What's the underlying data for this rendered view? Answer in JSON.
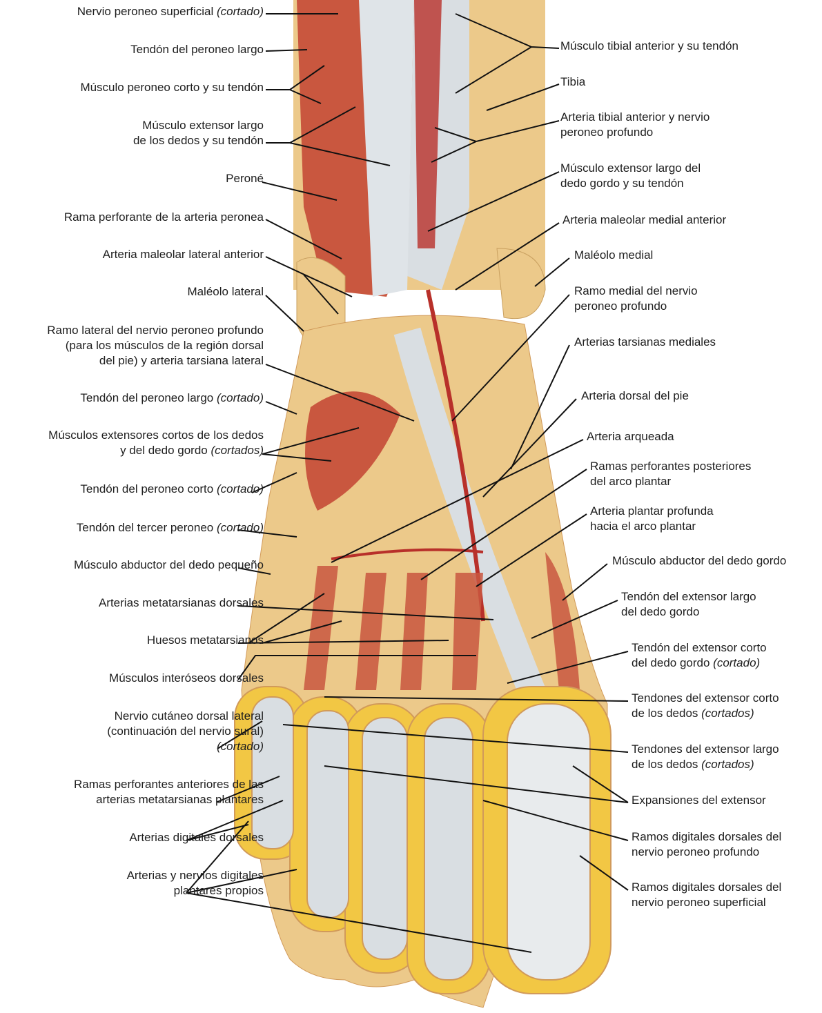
{
  "colors": {
    "muscle": "#c9573f",
    "bone": "#ecc98a",
    "tendon": "#d9dee2",
    "fat": "#f2c744",
    "artery": "#b8302a",
    "skin": "#f3b98a"
  },
  "left_labels": [
    {
      "lines": [
        {
          "t": "Nervio peroneo superficial ",
          "i": "(cortado)"
        }
      ]
    },
    {
      "lines": [
        {
          "t": "Tendón del peroneo largo"
        }
      ]
    },
    {
      "lines": [
        {
          "t": "Músculo peroneo corto y su tendón"
        }
      ]
    },
    {
      "lines": [
        {
          "t": "Músculo extensor largo"
        },
        {
          "t": "de los dedos y su tendón"
        }
      ]
    },
    {
      "lines": [
        {
          "t": "Peroné"
        }
      ]
    },
    {
      "lines": [
        {
          "t": "Rama perforante de la arteria peronea"
        }
      ]
    },
    {
      "lines": [
        {
          "t": "Arteria maleolar lateral anterior"
        }
      ]
    },
    {
      "lines": [
        {
          "t": "Maléolo lateral"
        }
      ]
    },
    {
      "lines": [
        {
          "t": "Ramo lateral del nervio peroneo profundo"
        },
        {
          "t": "(para los músculos de la región dorsal"
        },
        {
          "t": "del pie) y arteria tarsiana lateral"
        }
      ]
    },
    {
      "lines": [
        {
          "t": "Tendón del peroneo largo ",
          "i": "(cortado)"
        }
      ]
    },
    {
      "lines": [
        {
          "t": "Músculos extensores cortos de los dedos"
        },
        {
          "t": "y del dedo gordo ",
          "i": "(cortados)"
        }
      ]
    },
    {
      "lines": [
        {
          "t": "Tendón del peroneo corto ",
          "i": "(cortado)"
        }
      ]
    },
    {
      "lines": [
        {
          "t": "Tendón del tercer peroneo ",
          "i": "(cortado)"
        }
      ]
    },
    {
      "lines": [
        {
          "t": "Músculo abductor del dedo pequeño"
        }
      ]
    },
    {
      "lines": [
        {
          "t": "Arterias metatarsianas dorsales"
        }
      ]
    },
    {
      "lines": [
        {
          "t": "Huesos metatarsianos"
        }
      ]
    },
    {
      "lines": [
        {
          "t": "Músculos interóseos dorsales"
        }
      ]
    },
    {
      "lines": [
        {
          "t": "Nervio cutáneo dorsal lateral"
        },
        {
          "t": "(continuación del nervio sural)"
        },
        {
          "t": "",
          "i": "(cortado)"
        }
      ]
    },
    {
      "lines": [
        {
          "t": "Ramas perforantes anteriores de las"
        },
        {
          "t": "arterias metatarsianas plantares"
        }
      ]
    },
    {
      "lines": [
        {
          "t": "Arterias digitales dorsales"
        }
      ]
    },
    {
      "lines": [
        {
          "t": "Arterias y nervios digitales"
        },
        {
          "t": "plantares propios"
        }
      ]
    }
  ],
  "right_labels": [
    {
      "lines": [
        {
          "t": "Músculo tibial anterior y su tendón"
        }
      ]
    },
    {
      "lines": [
        {
          "t": "Tibia"
        }
      ]
    },
    {
      "lines": [
        {
          "t": "Arteria tibial anterior y nervio"
        },
        {
          "t": "peroneo profundo"
        }
      ]
    },
    {
      "lines": [
        {
          "t": "Músculo extensor largo del"
        },
        {
          "t": "dedo gordo y su tendón"
        }
      ]
    },
    {
      "lines": [
        {
          "t": "Arteria maleolar medial anterior"
        }
      ]
    },
    {
      "lines": [
        {
          "t": "Maléolo medial"
        }
      ]
    },
    {
      "lines": [
        {
          "t": "Ramo medial del nervio"
        },
        {
          "t": "peroneo profundo"
        }
      ]
    },
    {
      "lines": [
        {
          "t": "Arterias tarsianas mediales"
        }
      ]
    },
    {
      "lines": [
        {
          "t": "Arteria dorsal del pie"
        }
      ]
    },
    {
      "lines": [
        {
          "t": "Arteria arqueada"
        }
      ]
    },
    {
      "lines": [
        {
          "t": "Ramas perforantes posteriores"
        },
        {
          "t": "del arco plantar"
        }
      ]
    },
    {
      "lines": [
        {
          "t": "Arteria plantar profunda"
        },
        {
          "t": "hacia el arco plantar"
        }
      ]
    },
    {
      "lines": [
        {
          "t": "Músculo abductor del dedo gordo"
        }
      ]
    },
    {
      "lines": [
        {
          "t": "Tendón del extensor largo"
        },
        {
          "t": "del dedo gordo"
        }
      ]
    },
    {
      "lines": [
        {
          "t": "Tendón del extensor corto"
        },
        {
          "t": "del dedo gordo ",
          "i": "(cortado)"
        }
      ]
    },
    {
      "lines": [
        {
          "t": "Tendones del extensor corto"
        },
        {
          "t": "de los dedos ",
          "i": "(cortados)"
        }
      ]
    },
    {
      "lines": [
        {
          "t": "Tendones del extensor largo"
        },
        {
          "t": "de los dedos ",
          "i": "(cortados)"
        }
      ]
    },
    {
      "lines": [
        {
          "t": "Expansiones del extensor"
        }
      ]
    },
    {
      "lines": [
        {
          "t": "Ramos digitales dorsales del"
        },
        {
          "t": "nervio peroneo profundo"
        }
      ]
    },
    {
      "lines": [
        {
          "t": "Ramos digitales dorsales del"
        },
        {
          "t": "nervio peroneo superficial"
        }
      ]
    }
  ]
}
